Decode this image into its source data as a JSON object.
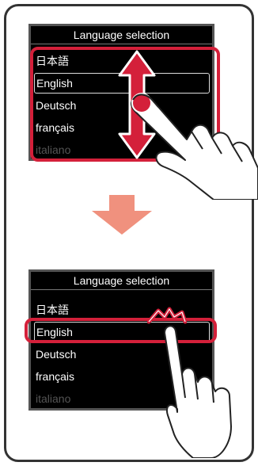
{
  "screen_top": {
    "title": "Language selection",
    "languages": [
      "日本語",
      "English",
      "Deutsch",
      "français",
      "italiano"
    ],
    "selected": "English"
  },
  "screen_bottom": {
    "title": "Language selection",
    "languages": [
      "日本語",
      "English",
      "Deutsch",
      "français",
      "italiano"
    ],
    "selected": "English"
  },
  "colors": {
    "highlight_red": "#d4203a",
    "arrow_salmon": "#f0917e",
    "screen_bg": "#000000"
  },
  "icons": [
    "double-arrow-icon",
    "hand-swipe-icon",
    "down-arrow-icon",
    "tap-indicator-icon",
    "hand-tap-icon"
  ]
}
